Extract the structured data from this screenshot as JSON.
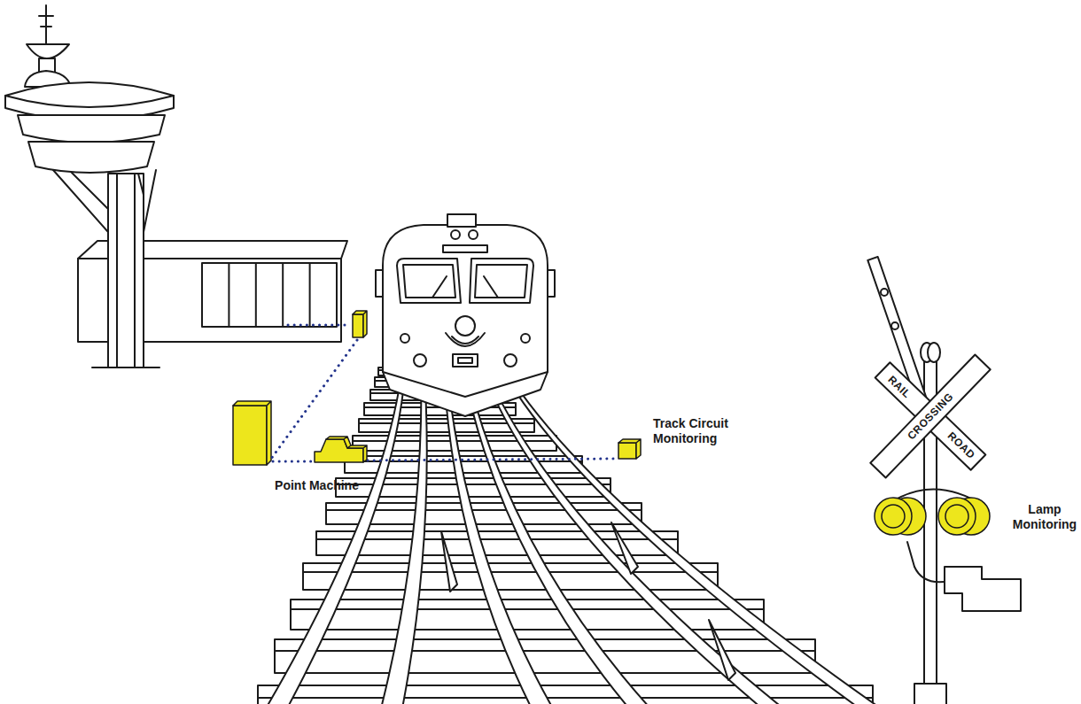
{
  "diagram": {
    "nodes": [
      {
        "text": [
          "Point Machine"
        ]
      },
      {
        "text": [
          "Track Circuit Monitoring"
        ]
      },
      {
        "text": [
          "Lamp Monitoring"
        ]
      }
    ],
    "edges": [
      {
        "from": 0,
        "to": 1,
        "arrow": "none"
      }
    ],
    "labels": [
      "RAIL",
      "CROSSING",
      "ROAD"
    ]
  }
}
